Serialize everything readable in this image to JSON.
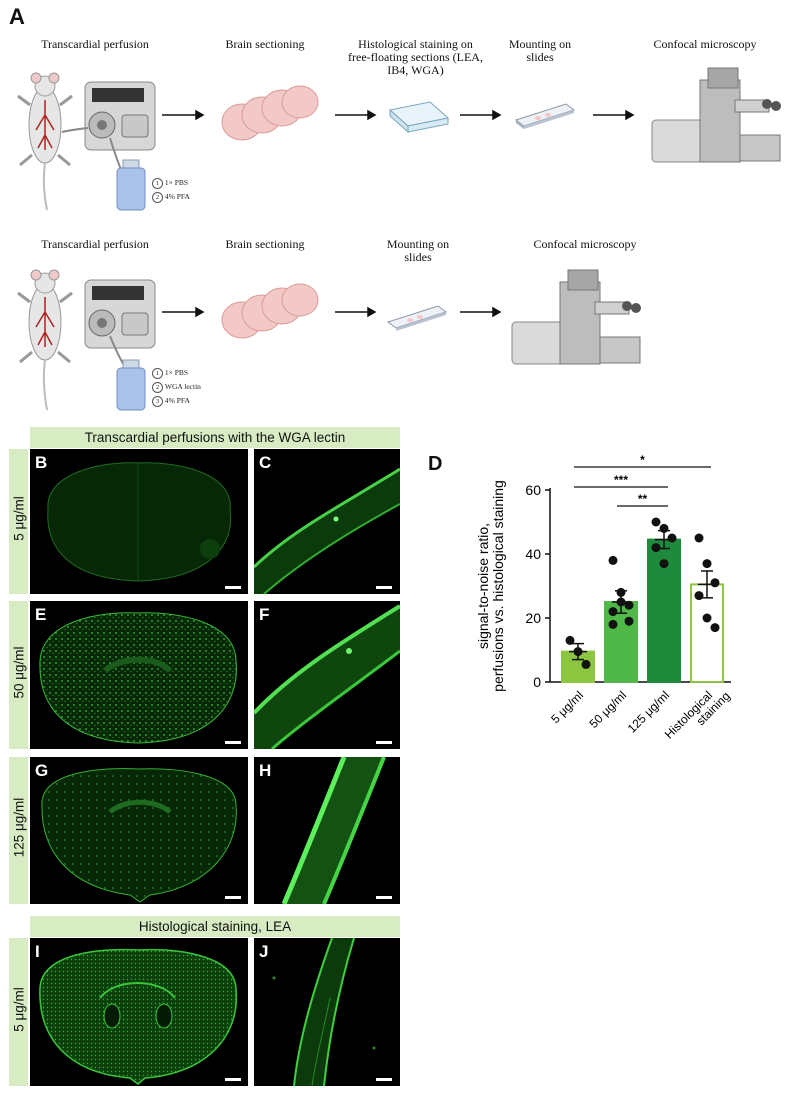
{
  "panel_labels": {
    "a": "A",
    "b": "B",
    "c": "C",
    "d": "D",
    "e": "E",
    "f": "F",
    "g": "G",
    "h": "H",
    "i": "I",
    "j": "J"
  },
  "workflow_top": {
    "steps": [
      "Transcardial perfusion",
      "Brain sectioning",
      "Histological staining on free-floating sections (LEA, IB4, WGA)",
      "Mounting on slides",
      "Confocal microscopy"
    ],
    "bottle_items": [
      "1× PBS",
      "4% PFA"
    ],
    "bottle_numbers": [
      "1",
      "2"
    ]
  },
  "workflow_bottom": {
    "steps": [
      "Transcardial perfusion",
      "Brain sectioning",
      "Mounting on slides",
      "Confocal microscopy"
    ],
    "bottle_items": [
      "1× PBS",
      "WGA lectin",
      "4% PFA"
    ],
    "bottle_numbers": [
      "1",
      "2",
      "3"
    ]
  },
  "banners": {
    "perfusion": "Transcardial perfusions with the WGA lectin",
    "histology": "Histological staining, LEA"
  },
  "row_labels": {
    "row1": "5 μg/ml",
    "row2": "50 μg/ml",
    "row3": "125 μg/ml",
    "row4": "5 μg/ml"
  },
  "colors": {
    "banner_bg": "#d8ecc4",
    "bar_5": "#8cc540",
    "bar_50": "#4fb848",
    "bar_125": "#1d8a3c",
    "bar_hist_edge": "#8cc540",
    "fluorescence": "#33cc33"
  },
  "icons": [
    "mouse-icon",
    "peristaltic-pump-icon",
    "solution-bottle-icon",
    "brain-slices-icon",
    "well-plate-icon",
    "microscope-slide-icon",
    "confocal-microscope-icon",
    "arrow-icon"
  ],
  "chart_data": {
    "type": "bar",
    "ylabel": "signal-to-noise ratio, perfusions vs. histological staining",
    "ylim": [
      0,
      60
    ],
    "yticks": [
      0,
      20,
      40,
      60
    ],
    "categories": [
      "5 μg/ml",
      "50 μg/ml",
      "125 μg/ml",
      "Histological staining"
    ],
    "values": [
      9.5,
      25,
      44.5,
      30.5
    ],
    "errors": [
      2.5,
      3.5,
      2.8,
      4.2
    ],
    "points": [
      [
        13,
        9.5,
        5.5
      ],
      [
        38,
        28,
        24,
        22,
        25,
        19,
        18
      ],
      [
        50,
        48,
        45,
        42,
        37
      ],
      [
        45,
        37,
        31,
        27,
        20,
        17
      ]
    ],
    "significance": [
      {
        "from": 0,
        "to": 3,
        "label": "*"
      },
      {
        "from": 0,
        "to": 2,
        "label": "***"
      },
      {
        "from": 1,
        "to": 2,
        "label": "**"
      }
    ]
  }
}
